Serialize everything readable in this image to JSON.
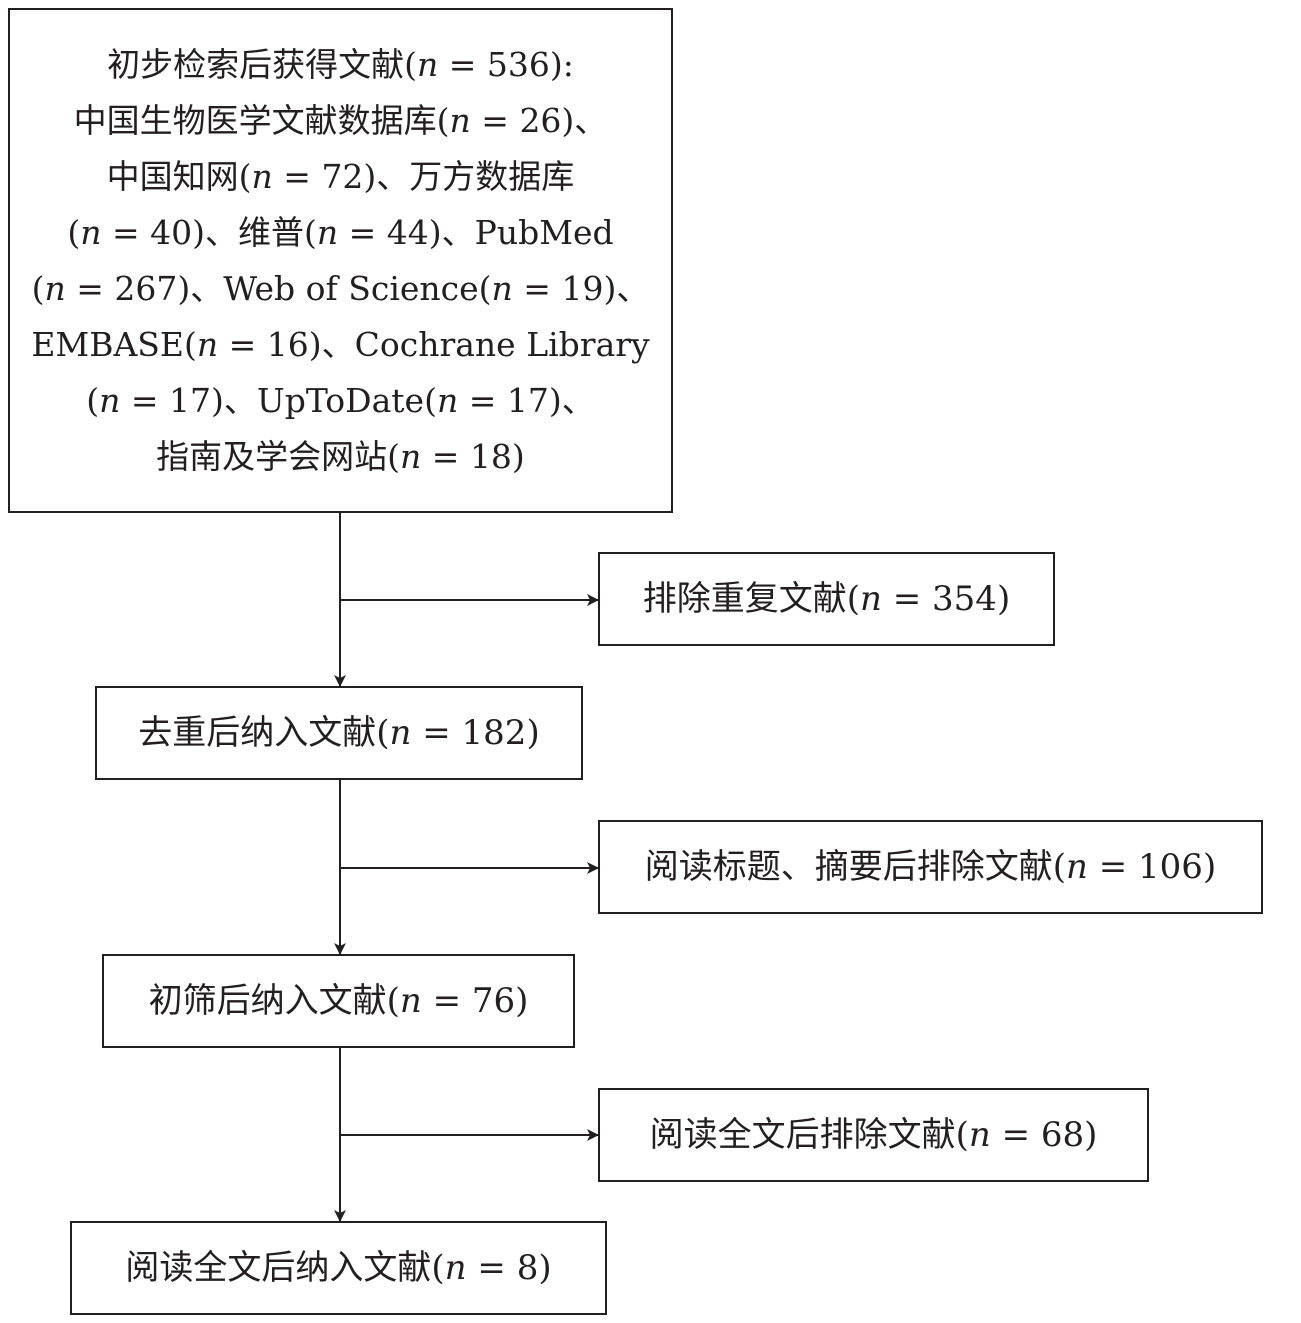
{
  "search_box": {
    "lines": [
      "初步检索后获得文献(n = 536):",
      "中国生物医学文献数据库(n = 26)、",
      "中国知网(n = 72)、万方数据库",
      "(n = 40)、维普(n = 44)、PubMed",
      "(n = 267)、Web of Science(n = 19)、",
      "EMBASE(n = 16)、Cochrane Library",
      "(n = 17)、UpToDate(n = 17)、",
      "指南及学会网站(n = 18)"
    ]
  },
  "main_flow": [
    "去重后纳入文献(n = 182)",
    "初筛后纳入文献(n = 76)",
    "阅读全文后纳入文献(n = 8)"
  ],
  "exclusions": [
    "排除重复文献(n = 354)",
    "阅读标题、摘要后排除文献(n = 106)",
    "阅读全文后排除文献(n = 68)"
  ],
  "colors": {
    "line": "#231f20",
    "background": "#ffffff"
  }
}
